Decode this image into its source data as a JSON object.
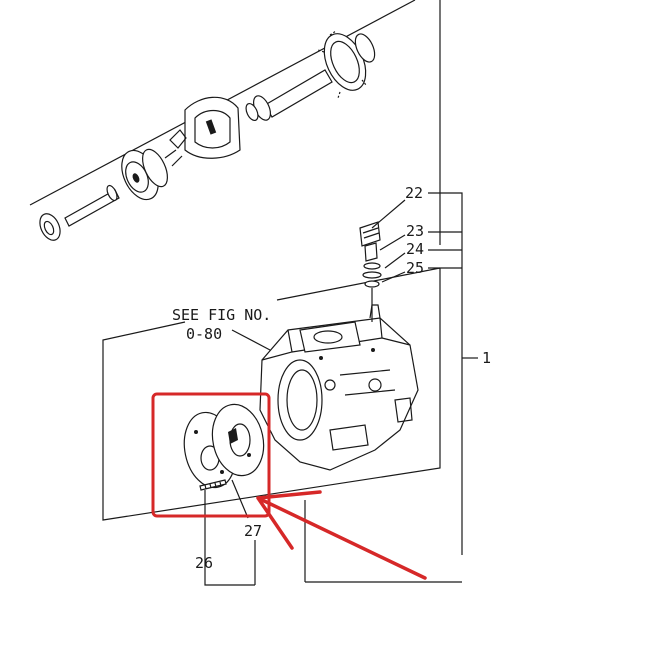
{
  "diagram": {
    "callouts": {
      "c1": "1",
      "c22": "22",
      "c23": "23",
      "c24": "24",
      "c25": "25",
      "c26": "26",
      "c27": "27"
    },
    "reference": {
      "line1": "SEE FIG NO.",
      "line2": "0-80"
    },
    "highlight_color": "#d62828",
    "ink_color": "#1a1a1a"
  }
}
